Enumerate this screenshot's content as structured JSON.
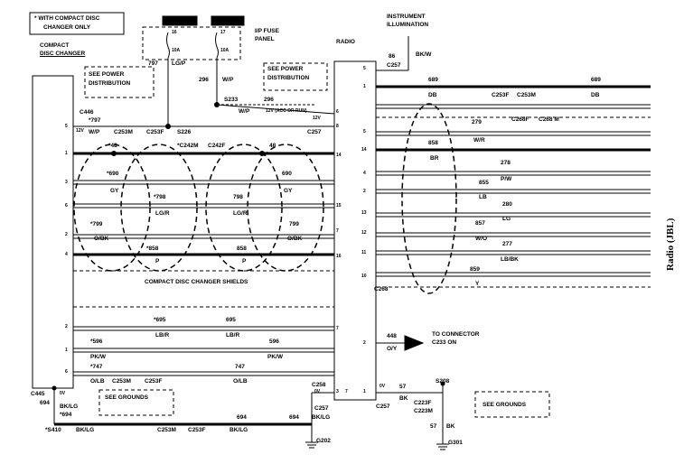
{
  "notes": {
    "compact_disc": "* WITH COMPACT DISC",
    "changer_only": "CHANGER ONLY"
  },
  "boxes": {
    "see_power_1a": "SEE POWER",
    "see_power_1b": "DISTRIBUTION",
    "see_power_2a": "SEE POWER",
    "see_power_2b": "DISTRIBUTION",
    "see_grounds_1": "SEE GROUNDS",
    "see_grounds_2": "SEE GROUNDS"
  },
  "labels": {
    "compact": "COMPACT",
    "disc_changer": "DISC CHANGER",
    "ip_fuse": "I/P FUSE",
    "panel": "PANEL",
    "radio": "RADIO",
    "instrument": "INSTRUMENT",
    "illumination": "ILLUMINATION",
    "shields": "COMPACT DISC CHANGER SHIELDS",
    "to_connector": "TO CONNECTOR",
    "c233_on": "C233 ON",
    "radio_jbl": "Radio (JBL)",
    "acc_run": "12V (ACC OR RUN)",
    "v12a": "12V",
    "v12b": "12V"
  },
  "fuse": {
    "f16": "16",
    "f17": "17",
    "a10a": "10A",
    "a10b": "10A"
  },
  "connectors": {
    "c446": "C446",
    "c445": "C445",
    "c253m_a": "C253M",
    "c253f_a": "C253F",
    "s226": "S226",
    "c242m": "*C242M",
    "c242f": "C242F",
    "c257_a": "C257",
    "s233": "S233",
    "c257_top": "C257",
    "c253f_b": "C253F",
    "c253m_b": "C253M",
    "c268f": "C268F",
    "c268m": "C268 M",
    "c268": "C268",
    "c258": "C258",
    "c257_b": "C257",
    "c253m_c": "C253M",
    "c253f_c": "C253F",
    "c253m_d": "C253M",
    "c253f_d": "C253F",
    "c257_c": "C257",
    "c223f": "C223F",
    "c223m": "C223M",
    "s208": "S208",
    "s410": "*S410",
    "g202": "G202",
    "g301": "G301"
  },
  "wires": {
    "w797": "797",
    "lgp": "LG/P",
    "w296a": "296",
    "wp_a": "W/P",
    "w296b": "296",
    "wp_b": "W/P",
    "w797b": "*797",
    "wp_c": "W/P",
    "w48a": "*48",
    "w48b": "48",
    "w690a": "*690",
    "gy_a": "GY",
    "w690b": "690",
    "gy_b": "GY",
    "w798a": "*798",
    "lgr_a": "LG/R",
    "w798b": "798",
    "lgr_b": "LG/R",
    "w799a": "*799",
    "obk_a": "O/BK",
    "w799b": "799",
    "obk_b": "O/BK",
    "w858a": "*858",
    "p_a": "P",
    "w858b": "858",
    "p_b": "P",
    "w695a": "*695",
    "lbr_a": "LB/R",
    "w695b": "695",
    "lbr_b": "LB/R",
    "w596a": "*596",
    "pkw_a": "PK/W",
    "w596b": "596",
    "pkw_b": "PK/W",
    "w747a": "*747",
    "olb_a": "O/LB",
    "w747b": "747",
    "olb_b": "O/LB",
    "w694a": "694",
    "bklg_a": "BK/LG",
    "w694b": "*694",
    "bklg_b": "BK/LG",
    "w694c": "694",
    "bklg_c": "BK/LG",
    "w694d": "694",
    "bklg_d": "BK/LG",
    "v0a": "0V",
    "v0b": "0V",
    "v0c": "0V",
    "w86": "86",
    "bkw": "BK/W",
    "w689a": "689",
    "db_a": "DB",
    "w689b": "689",
    "db_b": "DB",
    "w279": "279",
    "wr": "W/R",
    "w858c": "858",
    "br": "BR",
    "w278": "278",
    "pw": "P/W",
    "w855": "855",
    "lb": "LB",
    "w280": "280",
    "lg": "LG",
    "w857": "857",
    "wo": "W/O",
    "w277": "277",
    "lbbk": "LB/BK",
    "w859": "859",
    "y": "Y",
    "w448": "448",
    "oy": "O/Y",
    "w57a": "57",
    "bk_a": "BK",
    "w57b": "57",
    "bk_b": "BK"
  },
  "pins_left": {
    "p5": "5",
    "p1": "1",
    "p3": "3",
    "p6": "6",
    "p2": "2",
    "p4": "4",
    "p2b": "2",
    "p1b": "1",
    "p6b": "6"
  },
  "pins_radio_left": {
    "p6": "6",
    "p8": "8",
    "p14": "14",
    "p15": "15",
    "p7": "7",
    "p16": "16",
    "p7b": "7",
    "p3b": "3"
  },
  "pins_radio_right": {
    "p5": "5",
    "p1": "1",
    "p5b": "5",
    "p14": "14",
    "p4": "4",
    "p2": "2",
    "p13": "13",
    "p12": "12",
    "p11": "11",
    "p10": "10",
    "p2b": "2",
    "p1b": "1",
    "p7": "7"
  }
}
